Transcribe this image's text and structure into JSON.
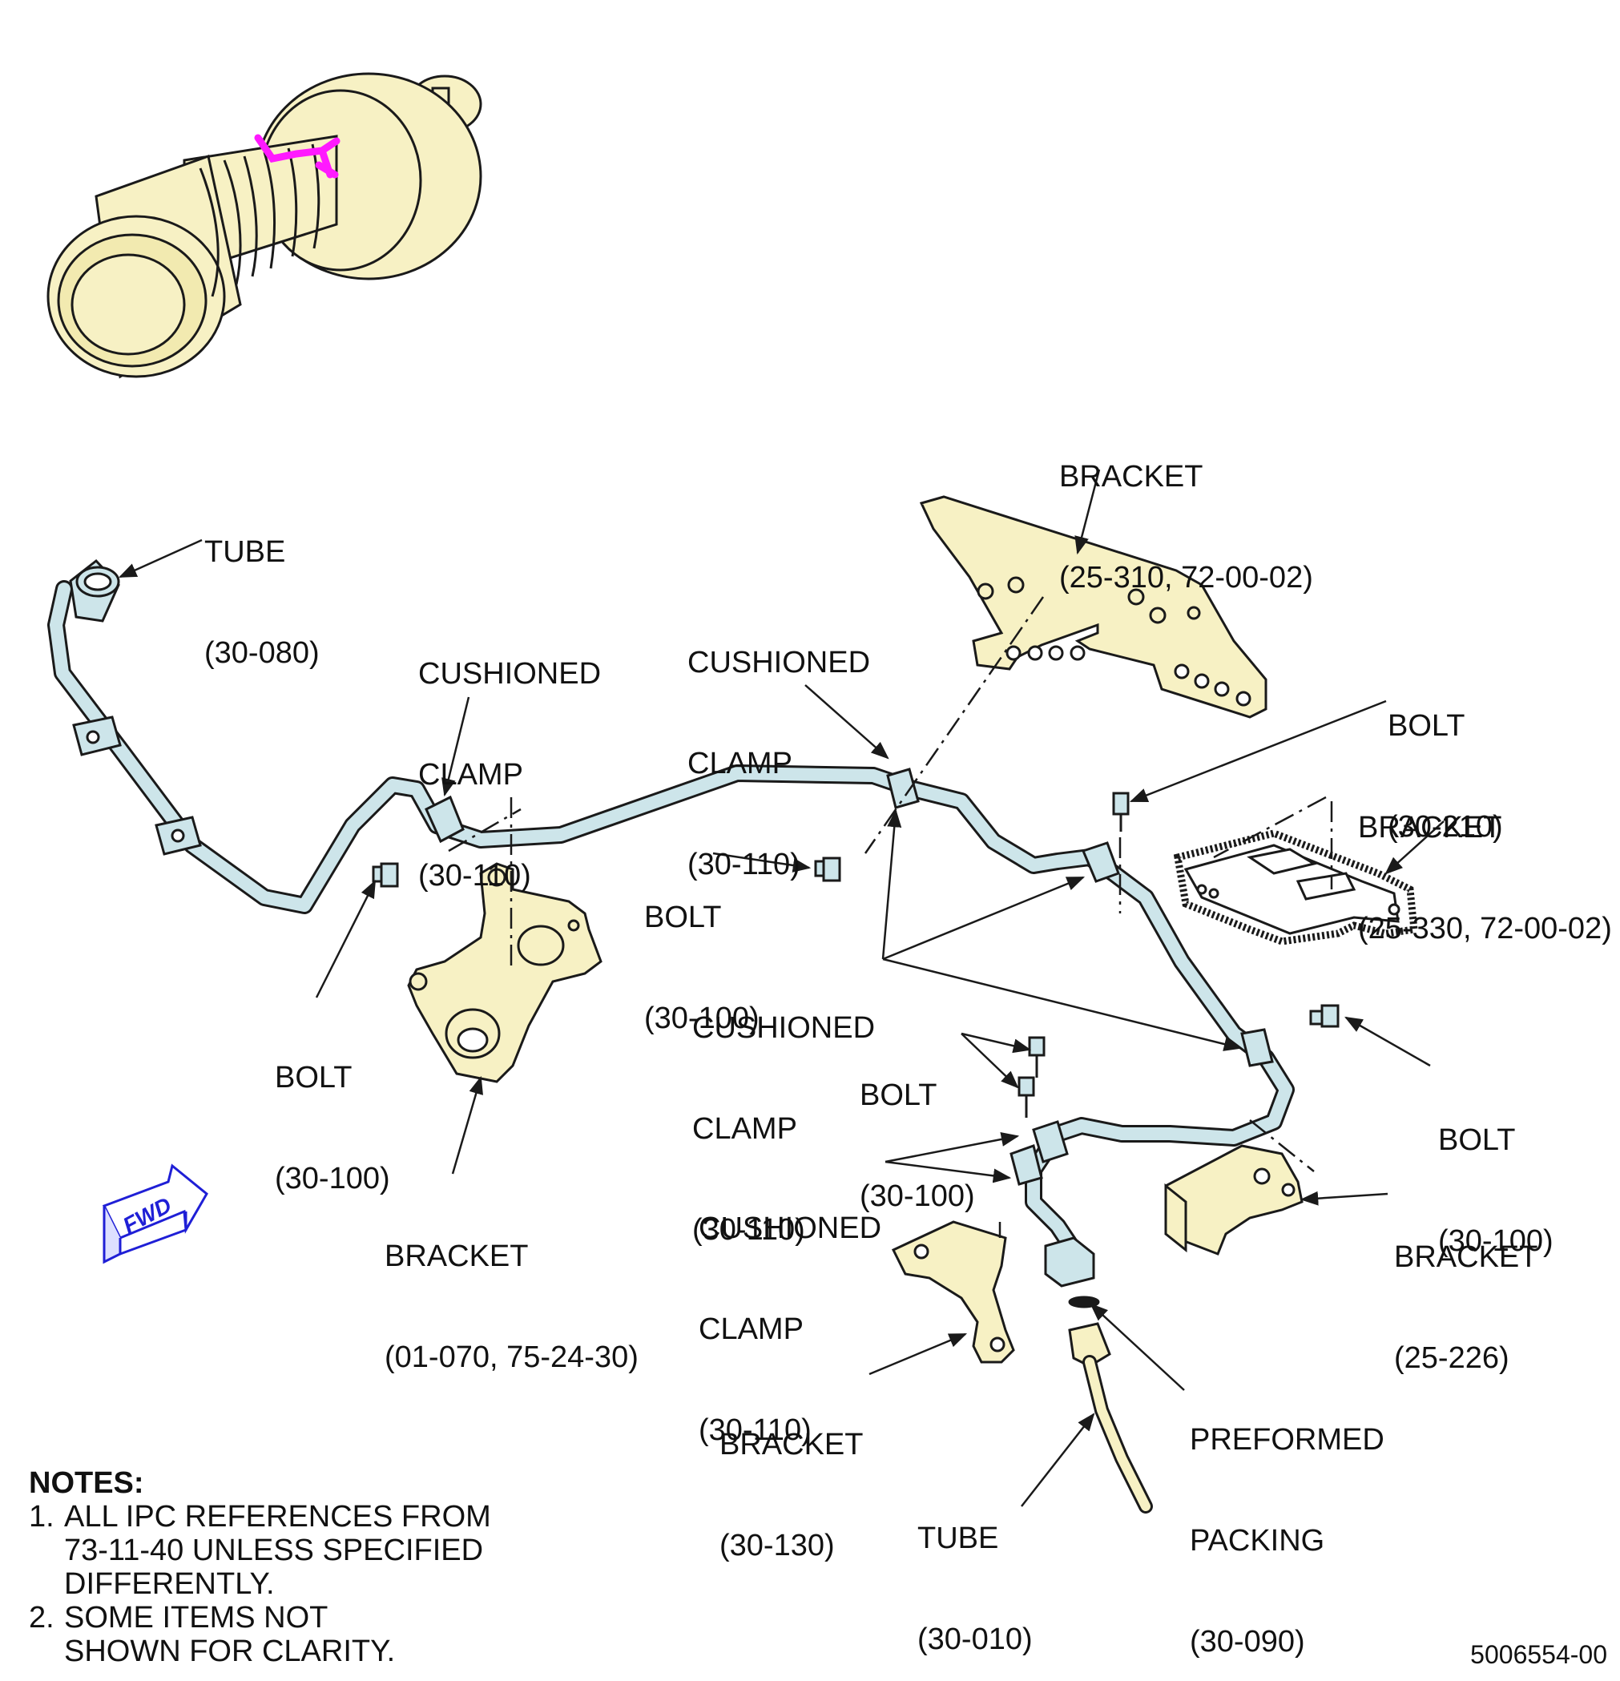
{
  "colors": {
    "part_fill": "#f7f1c4",
    "tube_fill": "#cde5ea",
    "highlight": "#ff19ff",
    "fwd_arrow": "#1f1fd6",
    "line": "#1a1a1a"
  },
  "labels": {
    "tube_30_080": {
      "name": "TUBE",
      "ref": "(30-080)"
    },
    "cushioned_clamp_left": {
      "l1": "CUSHIONED",
      "l2": "CLAMP",
      "ref": "(30-110)"
    },
    "cushioned_clamp_center": {
      "l1": "CUSHIONED",
      "l2": "CLAMP",
      "ref": "(30-110)"
    },
    "bracket_25_310": {
      "name": "BRACKET",
      "ref": "(25-310, 72-00-02)"
    },
    "bolt_30_210": {
      "name": "BOLT",
      "ref": "(30-210)"
    },
    "bracket_25_330": {
      "name": "BRACKET",
      "ref": "(25-330, 72-00-02)"
    },
    "bolt_center": {
      "name": "BOLT",
      "ref": "(30-100)"
    },
    "bolt_left": {
      "name": "BOLT",
      "ref": "(30-100)"
    },
    "cushioned_clamp_mid": {
      "l1": "CUSHIONED",
      "l2": "CLAMP",
      "ref": "(30-110)"
    },
    "bolt_pair": {
      "name": "BOLT",
      "ref": "(30-100)"
    },
    "bolt_right": {
      "name": "BOLT",
      "ref": "(30-100)"
    },
    "cushioned_clamp_lower": {
      "l1": "CUSHIONED",
      "l2": "CLAMP",
      "ref": "(30-110)"
    },
    "bracket_01_070": {
      "name": "BRACKET",
      "ref": "(01-070, 75-24-30)"
    },
    "bracket_25_226": {
      "name": "BRACKET",
      "ref": "(25-226)"
    },
    "bracket_30_130": {
      "name": "BRACKET",
      "ref": "(30-130)"
    },
    "preformed_packing": {
      "l1": "PREFORMED",
      "l2": "PACKING",
      "ref": "(30-090)"
    },
    "tube_30_010": {
      "name": "TUBE",
      "ref": "(30-010)"
    }
  },
  "fwd": {
    "text": "FWD"
  },
  "notes": {
    "heading": "NOTES:",
    "items": [
      {
        "num": "1.",
        "text": "ALL IPC REFERENCES FROM\n73-11-40 UNLESS SPECIFIED\nDIFFERENTLY."
      },
      {
        "num": "2.",
        "text": "SOME ITEMS NOT\nSHOWN FOR CLARITY."
      }
    ]
  },
  "drawing_number": "5006554-00"
}
